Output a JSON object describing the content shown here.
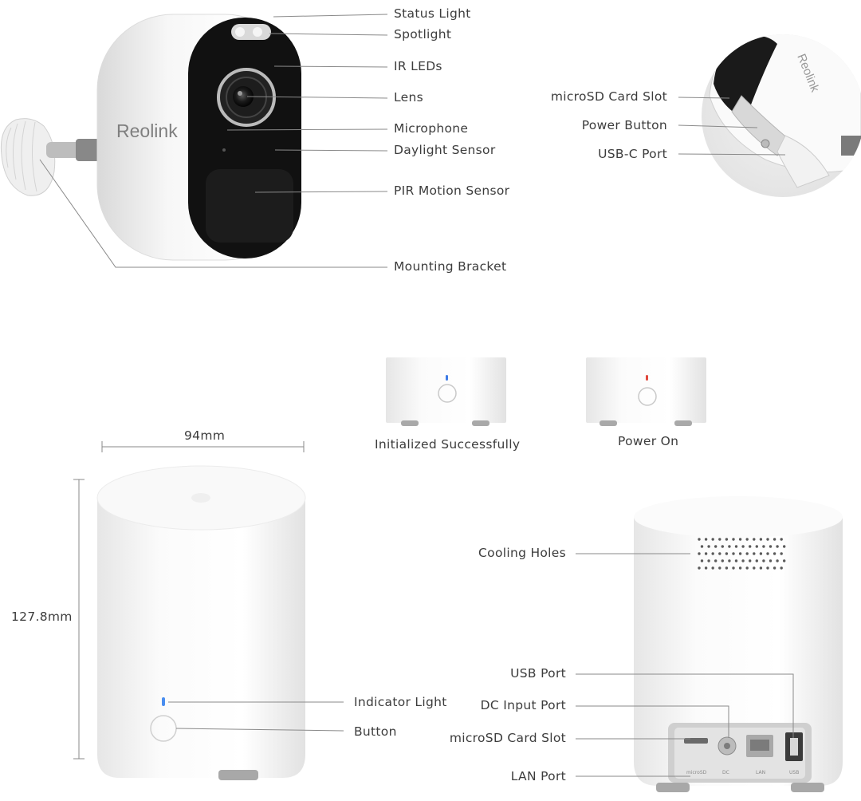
{
  "camera": {
    "brand": "Reolink",
    "labels": {
      "status_light": "Status Light",
      "spotlight": "Spotlight",
      "ir_leds": "IR LEDs",
      "lens": "Lens",
      "microphone": "Microphone",
      "daylight_sensor": "Daylight Sensor",
      "pir_sensor": "PIR Motion Sensor",
      "mounting_bracket": "Mounting Bracket"
    }
  },
  "camera_side": {
    "brand": "Reolink",
    "labels": {
      "microsd_slot": "microSD Card Slot",
      "power_button": "Power Button",
      "usb_c_port": "USB-C Port"
    }
  },
  "hub_states": {
    "initialized": {
      "label": "Initialized Successfully",
      "led_color": "#3d7be6"
    },
    "power_on": {
      "label": "Power On",
      "led_color": "#e0473c"
    }
  },
  "hub_front": {
    "width_label": "94mm",
    "height_label": "127.8mm",
    "labels": {
      "indicator_light": "Indicator Light",
      "button": "Button"
    }
  },
  "hub_back": {
    "labels": {
      "cooling_holes": "Cooling Holes",
      "usb_port": "USB Port",
      "dc_input_port": "DC Input Port",
      "microsd_slot": "microSD Card Slot",
      "lan_port": "LAN Port"
    },
    "port_markings": [
      "microSD",
      "DC",
      "LAN",
      "USB"
    ]
  }
}
